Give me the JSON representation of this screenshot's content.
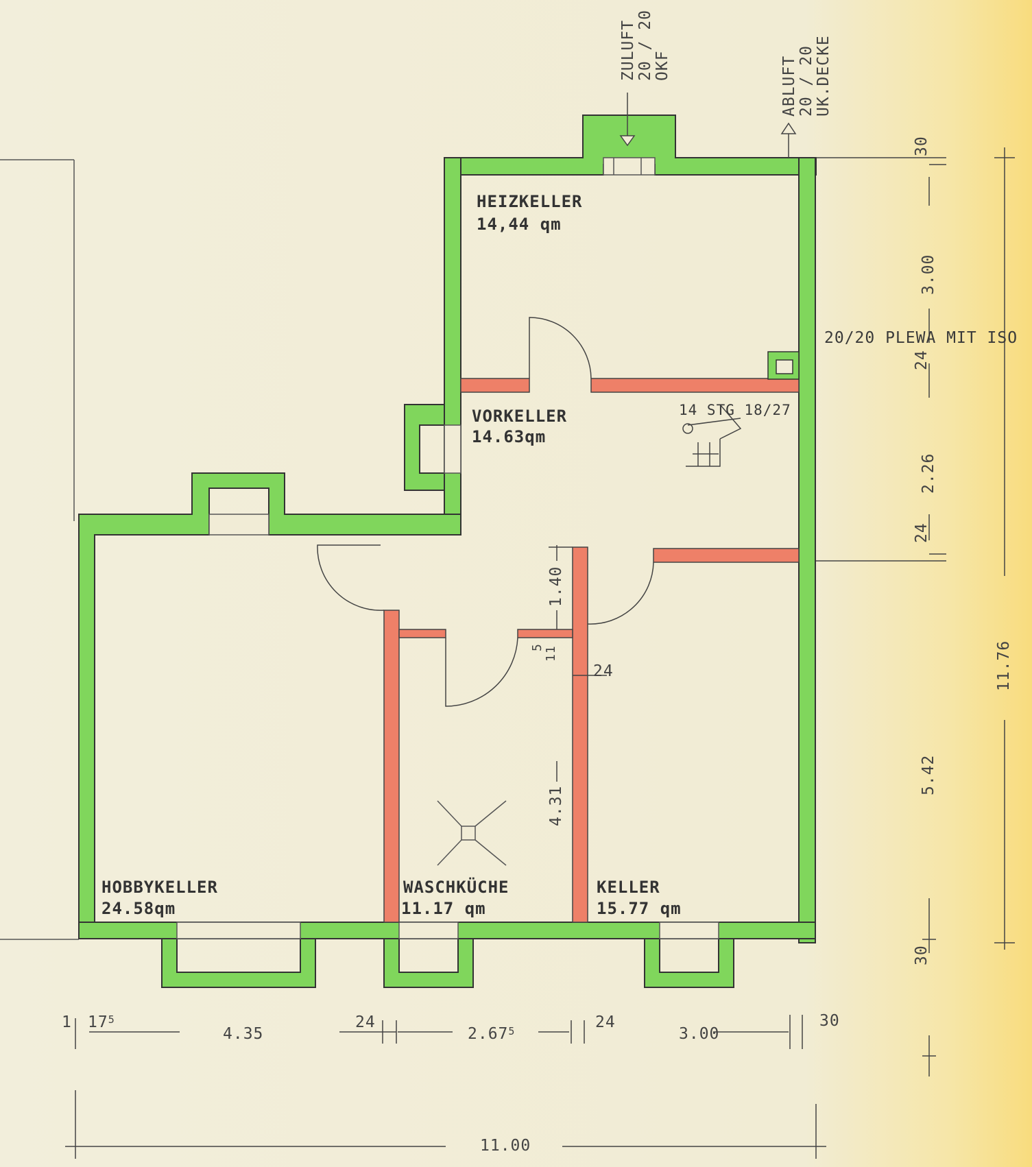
{
  "rooms": [
    {
      "name": "HEIZKELLER",
      "area": "14,44 qm"
    },
    {
      "name": "VORKELLER",
      "area": "14.63qm"
    },
    {
      "name": "HOBBYKELLER",
      "area": "24.58qm"
    },
    {
      "name": "WASCHKÜCHE",
      "area": "11.17 qm"
    },
    {
      "name": "KELLER",
      "area": "15.77 qm"
    }
  ],
  "ventilation": {
    "supply": [
      "ZULUFT",
      "20 / 20",
      "OKF"
    ],
    "exhaust": [
      "ABLUFT",
      "20 / 20",
      "UK.DECKE"
    ]
  },
  "chimney_note": "20/20 PLEWA MIT ISO",
  "stair_note": "14 STG 18/27",
  "dimensions": {
    "right_segments": [
      "30",
      "3.00",
      "24",
      "2.26",
      "24",
      "5.42",
      "30"
    ],
    "right_total": "11.76",
    "bottom_segments": [
      "1",
      "17",
      "5",
      "4.35",
      "24",
      "2.67",
      "5",
      "24",
      "3.00",
      "30"
    ],
    "bottom_total": "11.00",
    "interior": [
      "1.40",
      "5",
      "11",
      "24",
      "4.31"
    ]
  },
  "colors": {
    "exterior_wall": "#7fd65a",
    "interior_wall": "#ee8068",
    "line": "#3d3d3d",
    "paper": "#f1ecd6"
  }
}
